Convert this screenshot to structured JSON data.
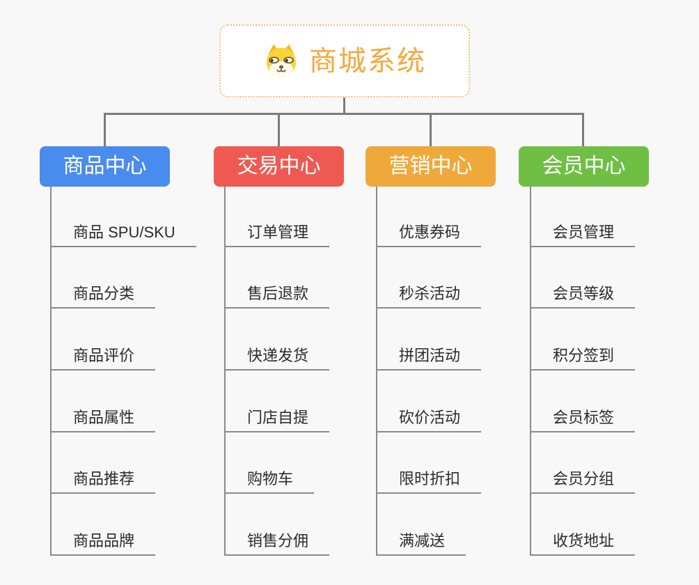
{
  "root": {
    "title": "商城系统",
    "icon": "dog-face",
    "text_color": "#f5a83c",
    "border_color": "#f4c06a"
  },
  "branches": [
    {
      "label": "商品中心",
      "color": "#4a8cee",
      "items": [
        "商品 SPU/SKU",
        "商品分类",
        "商品评价",
        "商品属性",
        "商品推荐",
        "商品品牌"
      ]
    },
    {
      "label": "交易中心",
      "color": "#ee5a52",
      "items": [
        "订单管理",
        "售后退款",
        "快递发货",
        "门店自提",
        "购物车",
        "销售分佣"
      ]
    },
    {
      "label": "营销中心",
      "color": "#efa93b",
      "items": [
        "优惠券码",
        "秒杀活动",
        "拼团活动",
        "砍价活动",
        "限时折扣",
        "满减送"
      ]
    },
    {
      "label": "会员中心",
      "color": "#6fbf44",
      "items": [
        "会员管理",
        "会员等级",
        "积分签到",
        "会员标签",
        "会员分组",
        "收货地址"
      ]
    }
  ],
  "connectors": {
    "top_line_color": "#7b7b7b",
    "branch_line_color": "#8a8a8a"
  },
  "page": {
    "background": "#f8f8f8"
  }
}
